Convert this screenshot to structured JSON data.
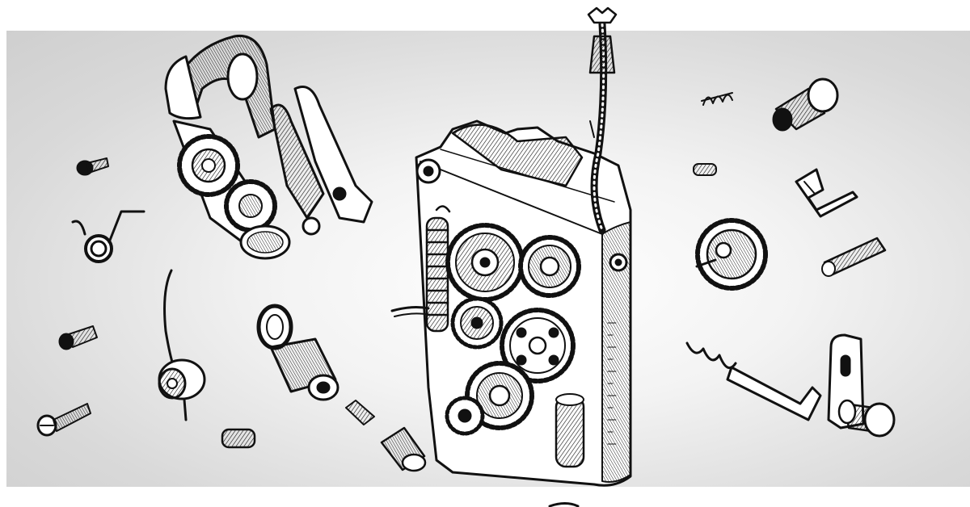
{
  "illustration": {
    "style": "black ink hatching on grey gradient",
    "colors": {
      "ink": "#111111",
      "paper": "#ffffff",
      "panel": "#d9d9d9"
    },
    "parts": [
      "main-gear-housing",
      "antenna-wire",
      "hinged-gear-bracket",
      "small-screw",
      "torsion-spring",
      "coil-spring-clip",
      "eyelet-connector",
      "pin",
      "knurled-nut",
      "compression-spring",
      "rotary-gear-wheel",
      "spring-clip",
      "rod",
      "adjuster-screw",
      "mounting-bracket"
    ]
  }
}
